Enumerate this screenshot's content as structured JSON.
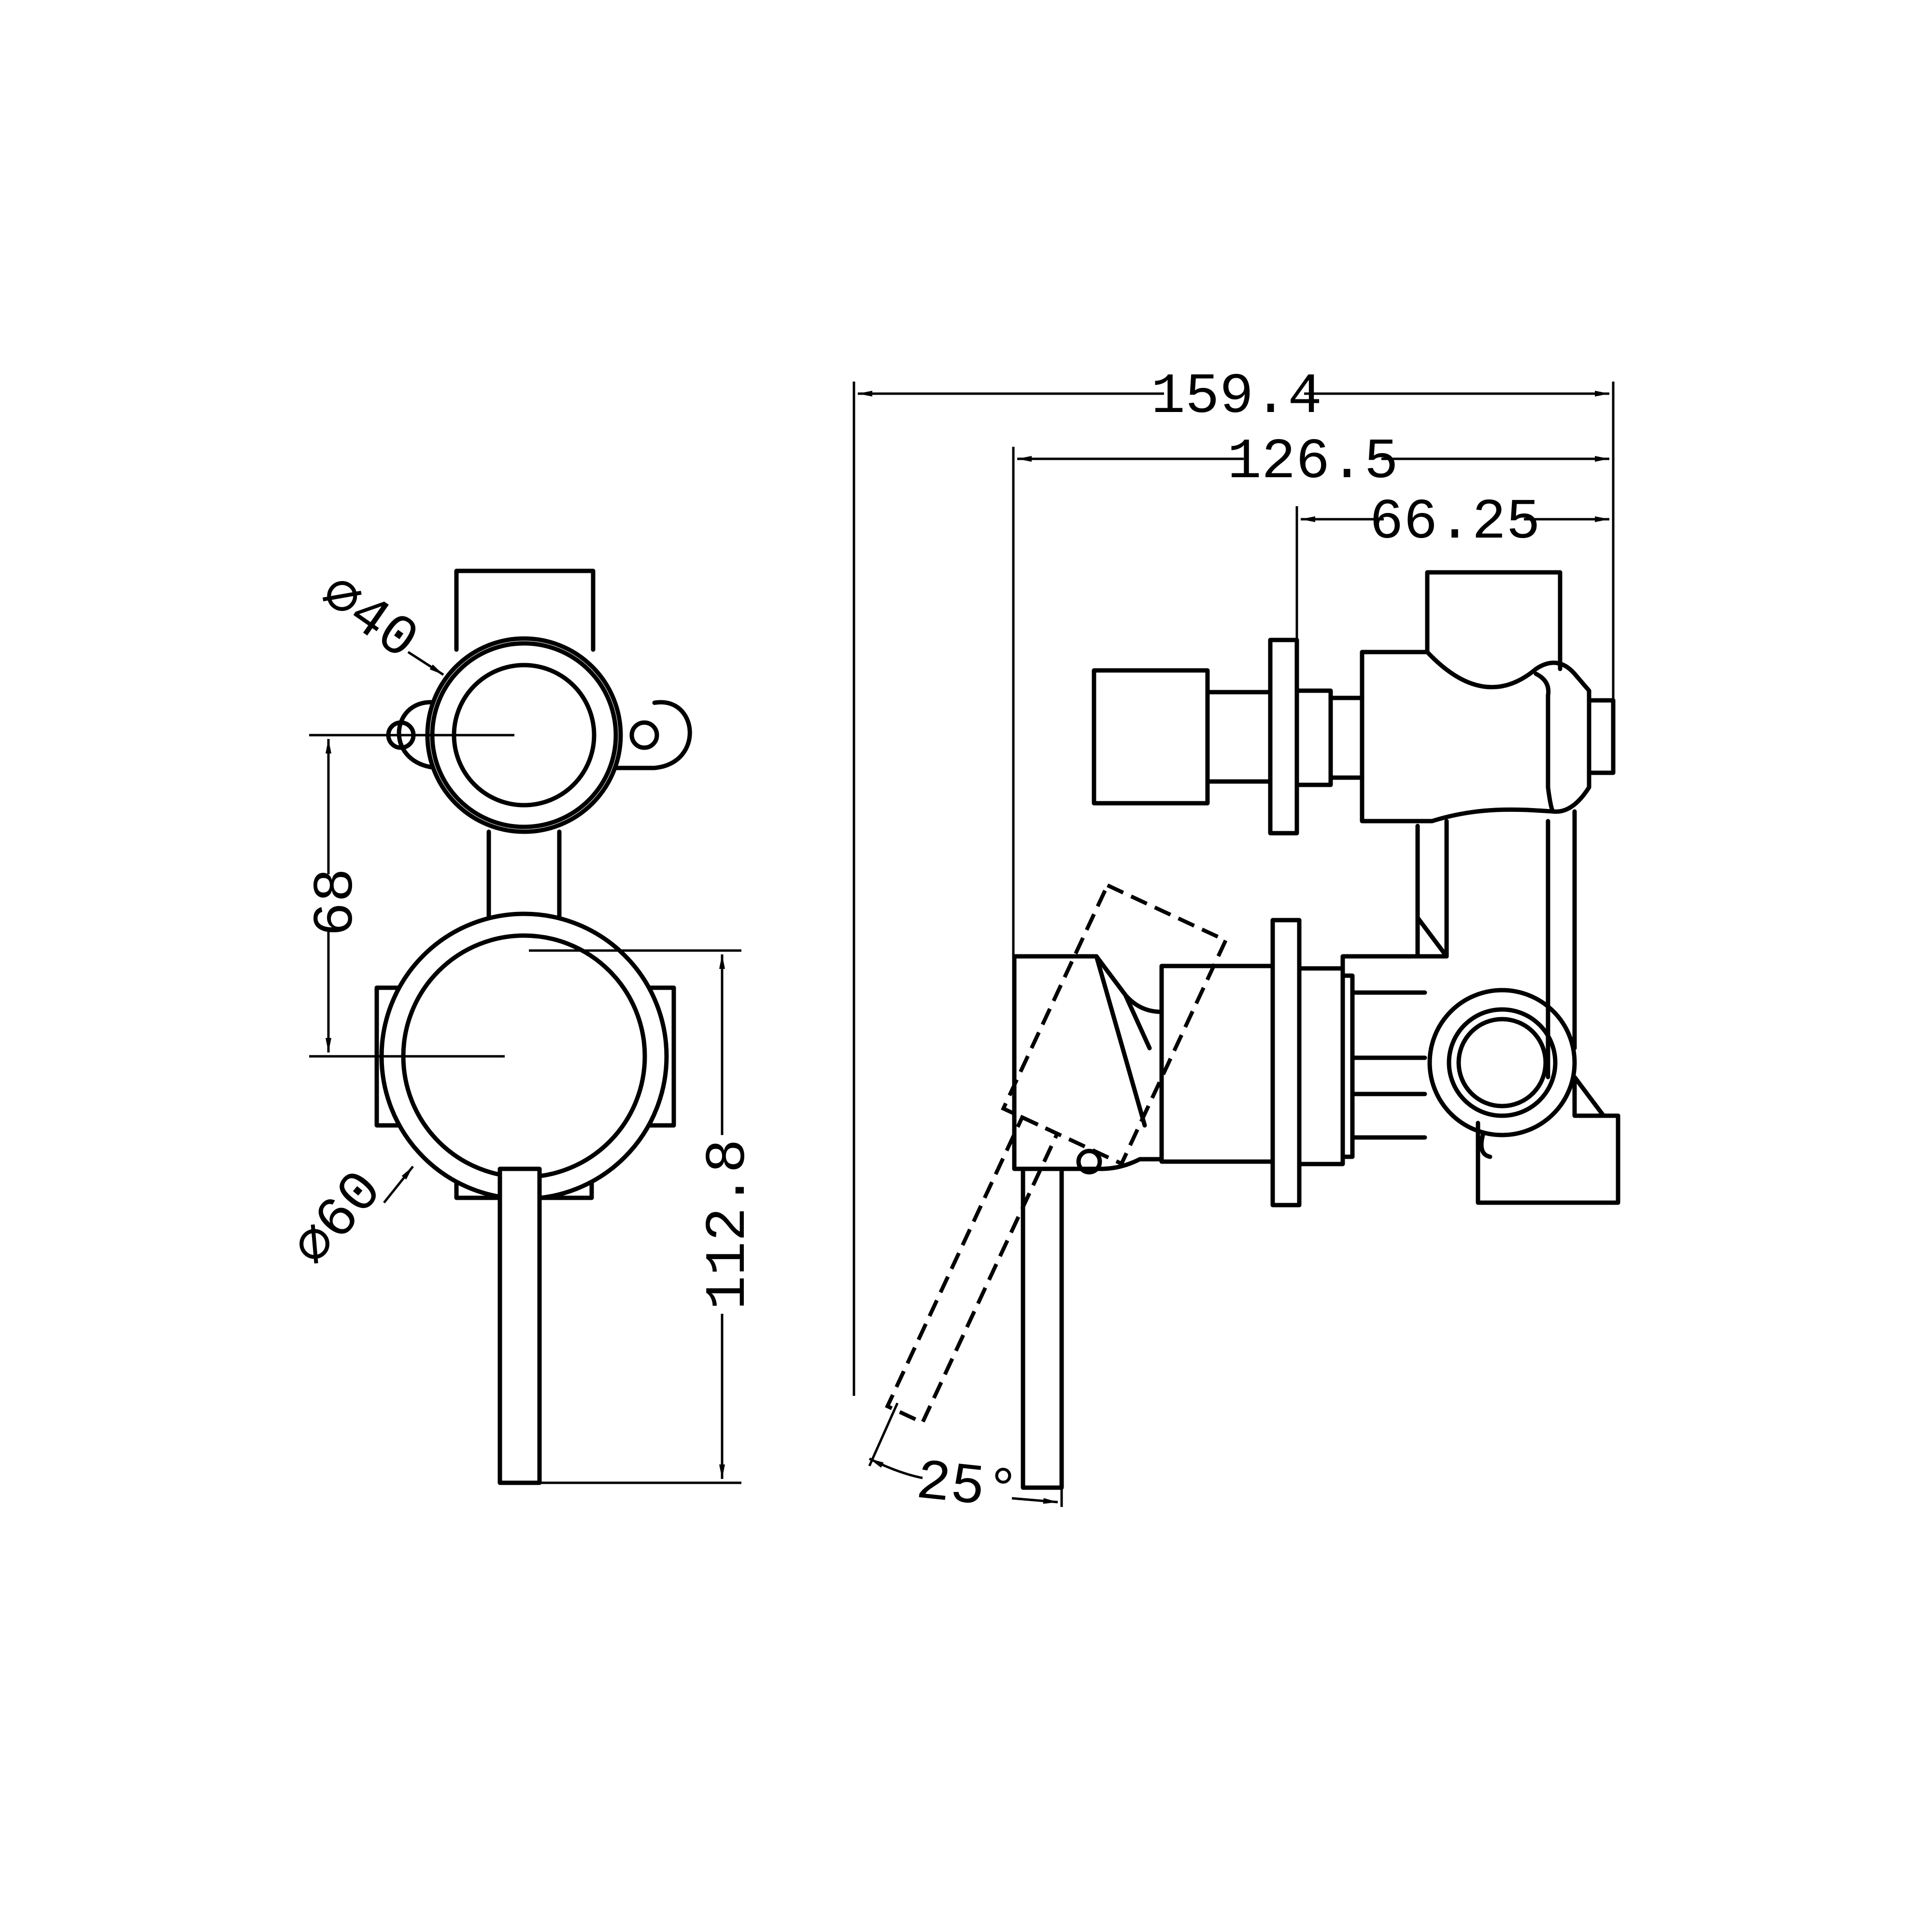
{
  "drawing": {
    "front_view": {
      "dim_top_diameter": "⌀40",
      "dim_centre_distance": "68",
      "dim_bottom_diameter": "⌀60",
      "dim_height": "112.8"
    },
    "side_view": {
      "dim_overall_depth": "159.4",
      "dim_body_depth": "126.5",
      "dim_diverter_depth": "66.25",
      "dim_lever_angle": "25°"
    }
  }
}
